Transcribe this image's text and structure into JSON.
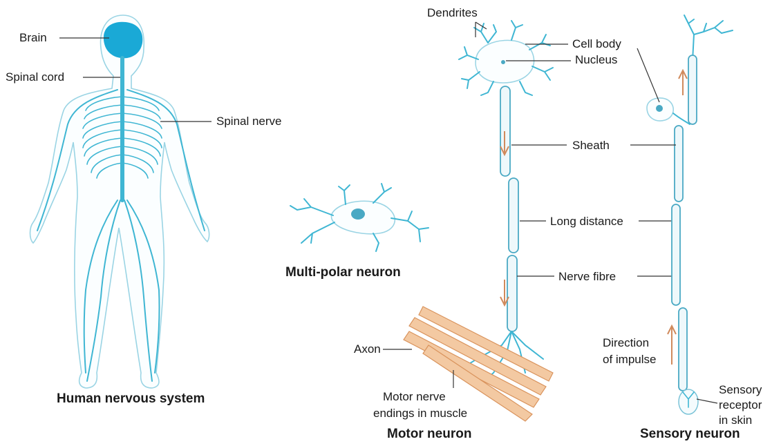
{
  "labels": {
    "brain": "Brain",
    "spinal_cord": "Spinal cord",
    "spinal_nerve": "Spinal nerve",
    "dendrites": "Dendrites",
    "cell_body": "Cell body",
    "nucleus": "Nucleus",
    "sheath": "Sheath",
    "long_distance": "Long distance",
    "nerve_fibre": "Nerve fibre",
    "axon": "Axon",
    "motor_endings_line1": "Motor nerve",
    "motor_endings_line2": "endings in muscle",
    "direction_line1": "Direction",
    "direction_line2": "of impulse",
    "sensory_receptor_line1": "Sensory",
    "sensory_receptor_line2": "receptor",
    "sensory_receptor_line3": "in skin"
  },
  "captions": {
    "human": "Human nervous system",
    "multipolar": "Multi-polar neuron",
    "motor": "Motor neuron",
    "sensory": "Sensory neuron"
  },
  "colors": {
    "nerve": "#3fb6d3",
    "brain": "#1aa9d6",
    "muscle": "#e9a46e",
    "arrow": "#d08a5c"
  }
}
